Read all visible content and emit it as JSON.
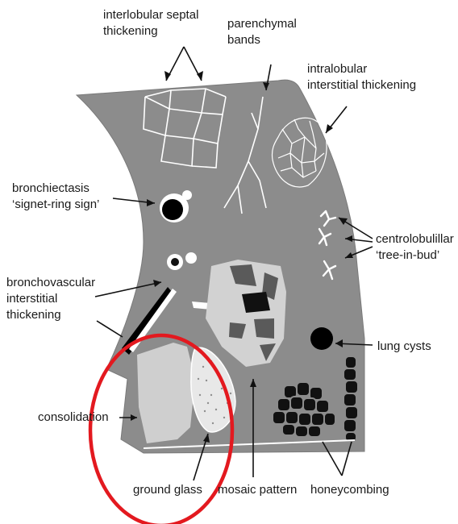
{
  "labels": {
    "interlobular_line1": "interlobular septal",
    "interlobular_line2": "thickening",
    "parenchymal_line1": "parenchymal",
    "parenchymal_line2": "bands",
    "intralobular_line1": "intralobular",
    "intralobular_line2": "interstitial thickening",
    "bronchiectasis_line1": "bronchiectasis",
    "bronchiectasis_line2": "‘signet-ring sign’",
    "centrolobular_line1": "centrolobulillar",
    "centrolobular_line2": "‘tree-in-bud’",
    "bronchovascular_line1": "bronchovascular",
    "bronchovascular_line2": "interstitial",
    "bronchovascular_line3": "thickening",
    "lung_cysts": "lung cysts",
    "consolidation": "consolidation",
    "ground_glass": "ground glass",
    "mosaic_pattern": "mosaic pattern",
    "honeycombing": "honeycombing"
  },
  "colors": {
    "lung": "#8c8c8c",
    "lung_dark_patch": "#5a5a5a",
    "mosaic_light": "#d2d2d2",
    "consolidation": "#cfcfcf",
    "lines": "#ffffff",
    "ink": "#111111",
    "highlight": "#e3191f"
  }
}
